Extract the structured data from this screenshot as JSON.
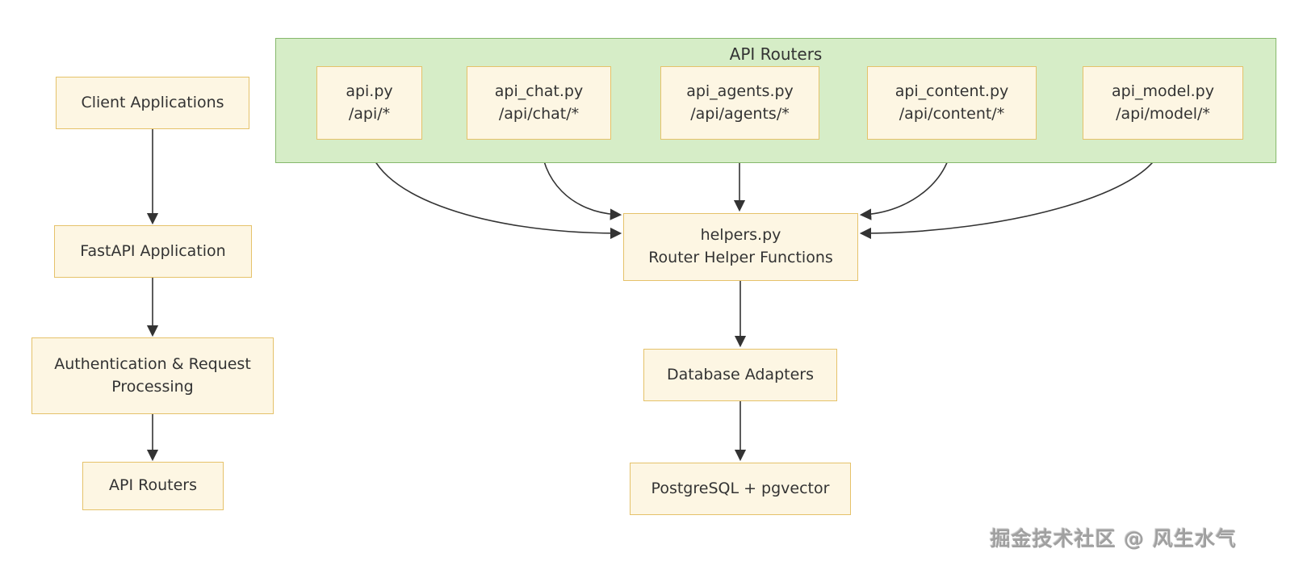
{
  "diagram": {
    "type": "flowchart",
    "colors": {
      "node_fill": "#fdf6e3",
      "node_border": "#e5c26a",
      "container_fill": "#d6edc7",
      "container_border": "#86b86c",
      "arrow": "#333333",
      "text": "#333333",
      "watermark": "#a0a0a0"
    },
    "left_flow": {
      "nodes": [
        {
          "id": "client",
          "label": "Client Applications"
        },
        {
          "id": "fastapi",
          "label": "FastAPI Application"
        },
        {
          "id": "auth",
          "label": "Authentication & Request Processing"
        },
        {
          "id": "routers",
          "label": "API Routers"
        }
      ]
    },
    "container": {
      "title": "API Routers"
    },
    "router_nodes": [
      {
        "id": "api",
        "file": "api.py",
        "route": "/api/*"
      },
      {
        "id": "api_chat",
        "file": "api_chat.py",
        "route": "/api/chat/*"
      },
      {
        "id": "api_agents",
        "file": "api_agents.py",
        "route": "/api/agents/*"
      },
      {
        "id": "api_content",
        "file": "api_content.py",
        "route": "/api/content/*"
      },
      {
        "id": "api_model",
        "file": "api_model.py",
        "route": "/api/model/*"
      }
    ],
    "center_flow": {
      "helpers": {
        "line1": "helpers.py",
        "line2": "Router Helper Functions"
      },
      "db": {
        "label": "Database Adapters"
      },
      "pg": {
        "label": "PostgreSQL + pgvector"
      }
    },
    "edges": [
      {
        "from": "client",
        "to": "fastapi"
      },
      {
        "from": "fastapi",
        "to": "auth"
      },
      {
        "from": "auth",
        "to": "routers"
      },
      {
        "from": "api",
        "to": "helpers"
      },
      {
        "from": "api_chat",
        "to": "helpers"
      },
      {
        "from": "api_agents",
        "to": "helpers"
      },
      {
        "from": "api_content",
        "to": "helpers"
      },
      {
        "from": "api_model",
        "to": "helpers"
      },
      {
        "from": "helpers",
        "to": "db"
      },
      {
        "from": "db",
        "to": "pg"
      }
    ],
    "watermark": "掘金技术社区 @ 风生水气"
  }
}
